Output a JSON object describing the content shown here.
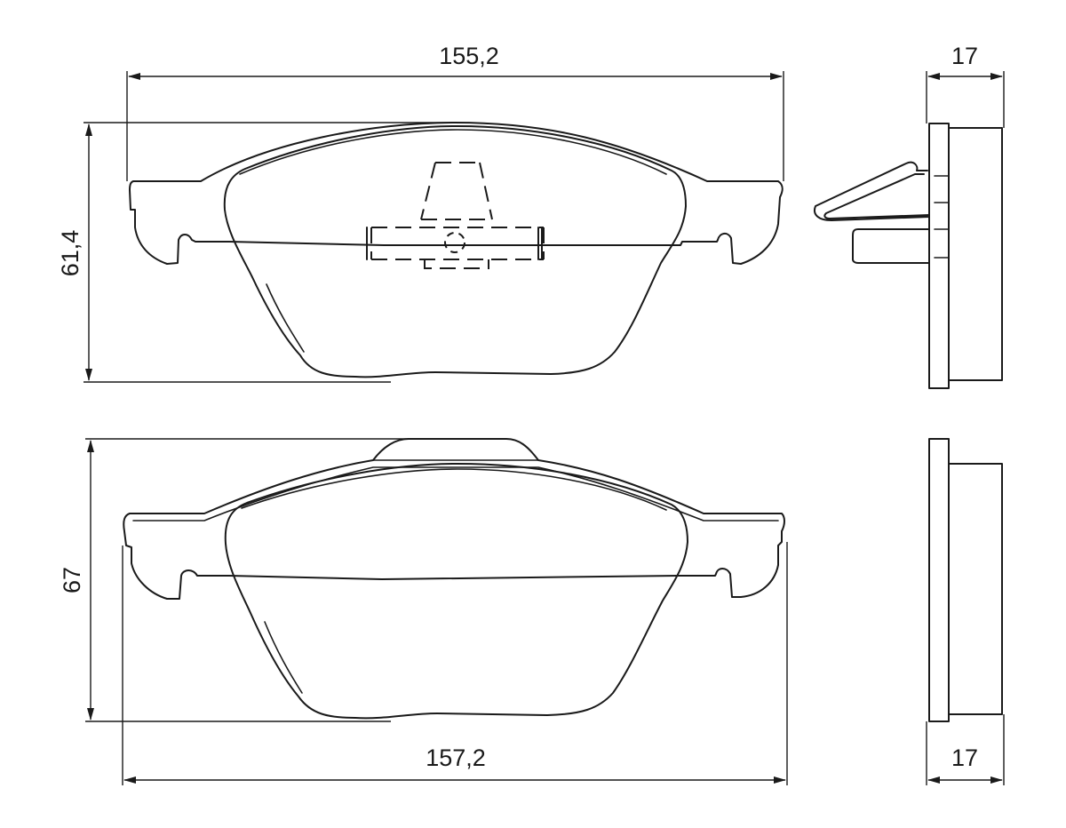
{
  "dimensions": {
    "top_width": "155,2",
    "top_height": "61,4",
    "top_side_thickness": "17",
    "bottom_height": "67",
    "bottom_width": "157,2",
    "bottom_side_thickness": "17"
  },
  "colors": {
    "line": "#1a1a1a",
    "background": "#ffffff"
  }
}
